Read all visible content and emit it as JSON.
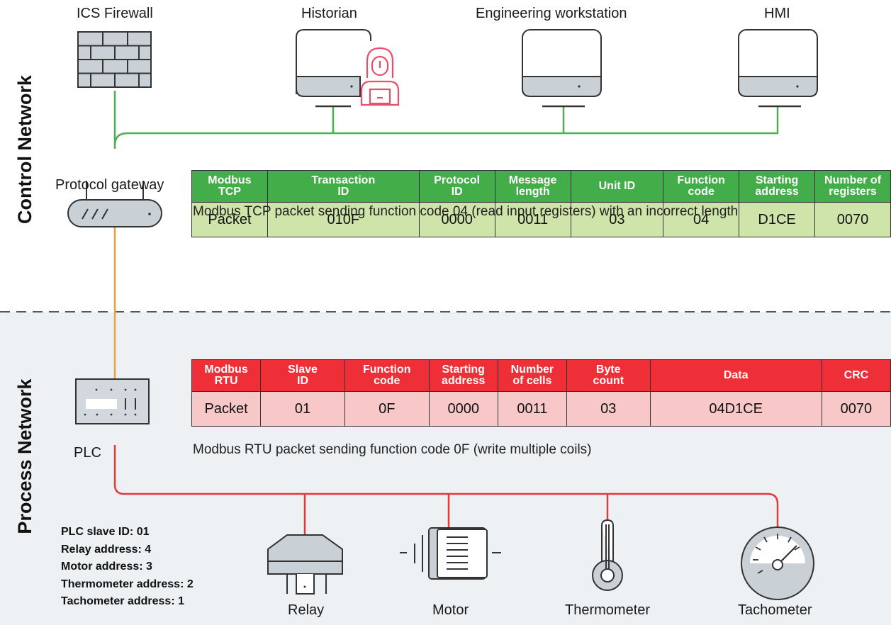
{
  "zones": {
    "control": "Control Network",
    "process": "Process Network"
  },
  "devices": {
    "firewall": "ICS Firewall",
    "historian": "Historian",
    "workstation": "Engineering workstation",
    "hmi": "HMI",
    "gateway": "Protocol gateway",
    "plc": "PLC",
    "relay": "Relay",
    "motor": "Motor",
    "thermometer": "Thermometer",
    "tachometer": "Tachometer"
  },
  "colors": {
    "control_link": "#4caf50",
    "gateway_link": "#e8a33d",
    "process_link": "#e53935",
    "attacker": "#e8506a",
    "process_zone_bg": "#eef1f3"
  },
  "tcp_table": {
    "headers": [
      "Modbus\nTCP",
      "Transaction\nID",
      "Protocol\nID",
      "Message\nlength",
      "Unit ID",
      "Function\ncode",
      "Starting\naddress",
      "Number of\nregisters"
    ],
    "row": [
      "Packet",
      "010F",
      "0000",
      "0011",
      "03",
      "04",
      "D1CE",
      "0070"
    ],
    "caption": "Modbus TCP packet sending function code 04 (read input registers) with an incorrect length"
  },
  "rtu_table": {
    "headers": [
      "Modbus\nRTU",
      "Slave\nID",
      "Function\ncode",
      "Starting\naddress",
      "Number\nof cells",
      "Byte\ncount",
      "Data",
      "CRC"
    ],
    "row": [
      "Packet",
      "01",
      "0F",
      "0000",
      "0011",
      "03",
      "04D1CE",
      "0070"
    ],
    "caption": "Modbus RTU packet sending function code 0F (write multiple coils)"
  },
  "notes": [
    "PLC slave ID: 01",
    "Relay address: 4",
    "Motor address: 3",
    "Thermometer address: 2",
    "Tachometer address: 1"
  ]
}
